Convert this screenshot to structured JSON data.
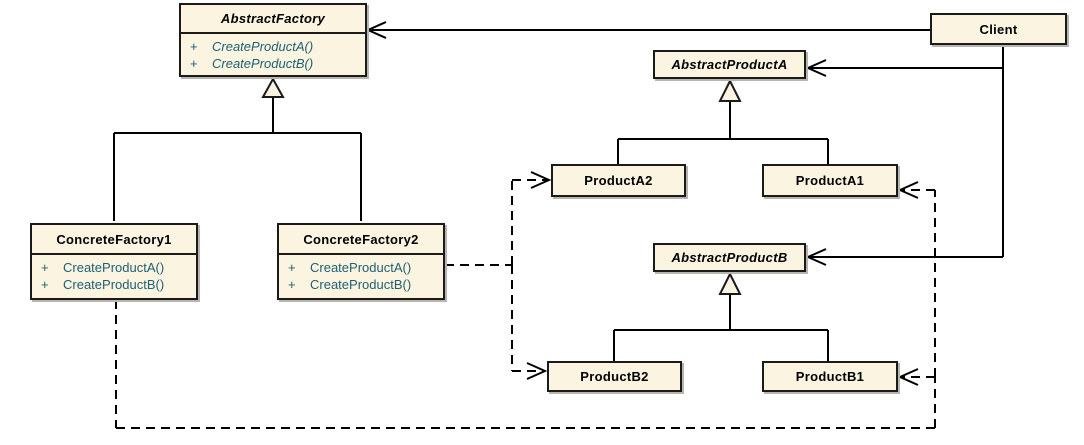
{
  "diagram": {
    "kind": "uml-class-diagram",
    "pattern": "Abstract Factory"
  },
  "colors": {
    "background": "#ffffff",
    "box_fill": "#FBF4E1",
    "box_border": "#1a1a1a",
    "box_shadow": "#b7b5ae",
    "line": "#000000",
    "method_text": "#1E5F73",
    "title_text": "#000000"
  },
  "classes": {
    "abstract_factory": {
      "name": "AbstractFactory",
      "abstract": true,
      "methods": [
        {
          "vis": "+",
          "sig": "CreateProductA()"
        },
        {
          "vis": "+",
          "sig": "CreateProductB()"
        }
      ]
    },
    "concrete_factory_1": {
      "name": "ConcreteFactory1",
      "abstract": false,
      "methods": [
        {
          "vis": "+",
          "sig": "CreateProductA()"
        },
        {
          "vis": "+",
          "sig": "CreateProductB()"
        }
      ]
    },
    "concrete_factory_2": {
      "name": "ConcreteFactory2",
      "abstract": false,
      "methods": [
        {
          "vis": "+",
          "sig": "CreateProductA()"
        },
        {
          "vis": "+",
          "sig": "CreateProductB()"
        }
      ]
    },
    "client": {
      "name": "Client",
      "abstract": false
    },
    "abstract_product_a": {
      "name": "AbstractProductA",
      "abstract": true
    },
    "product_a2": {
      "name": "ProductA2",
      "abstract": false
    },
    "product_a1": {
      "name": "ProductA1",
      "abstract": false
    },
    "abstract_product_b": {
      "name": "AbstractProductB",
      "abstract": true
    },
    "product_b2": {
      "name": "ProductB2",
      "abstract": false
    },
    "product_b1": {
      "name": "ProductB1",
      "abstract": false
    }
  },
  "relationships": [
    {
      "type": "generalization",
      "from": "ConcreteFactory1",
      "to": "AbstractFactory",
      "line": "solid",
      "head": "hollow-triangle"
    },
    {
      "type": "generalization",
      "from": "ConcreteFactory2",
      "to": "AbstractFactory",
      "line": "solid",
      "head": "hollow-triangle"
    },
    {
      "type": "generalization",
      "from": "ProductA2",
      "to": "AbstractProductA",
      "line": "solid",
      "head": "hollow-triangle"
    },
    {
      "type": "generalization",
      "from": "ProductA1",
      "to": "AbstractProductA",
      "line": "solid",
      "head": "hollow-triangle"
    },
    {
      "type": "generalization",
      "from": "ProductB2",
      "to": "AbstractProductB",
      "line": "solid",
      "head": "hollow-triangle"
    },
    {
      "type": "generalization",
      "from": "ProductB1",
      "to": "AbstractProductB",
      "line": "solid",
      "head": "hollow-triangle"
    },
    {
      "type": "association",
      "from": "Client",
      "to": "AbstractFactory",
      "line": "solid",
      "head": "open-arrow"
    },
    {
      "type": "association",
      "from": "Client",
      "to": "AbstractProductA",
      "line": "solid",
      "head": "open-arrow"
    },
    {
      "type": "association",
      "from": "Client",
      "to": "AbstractProductB",
      "line": "solid",
      "head": "open-arrow"
    },
    {
      "type": "dependency",
      "from": "ConcreteFactory2",
      "to": "ProductA2",
      "line": "dashed",
      "head": "open-arrow"
    },
    {
      "type": "dependency",
      "from": "ConcreteFactory2",
      "to": "ProductB2",
      "line": "dashed",
      "head": "open-arrow"
    },
    {
      "type": "dependency",
      "from": "ConcreteFactory1",
      "to": "ProductA1",
      "line": "dashed",
      "head": "open-arrow"
    },
    {
      "type": "dependency",
      "from": "ConcreteFactory1",
      "to": "ProductB1",
      "line": "dashed",
      "head": "open-arrow"
    }
  ]
}
